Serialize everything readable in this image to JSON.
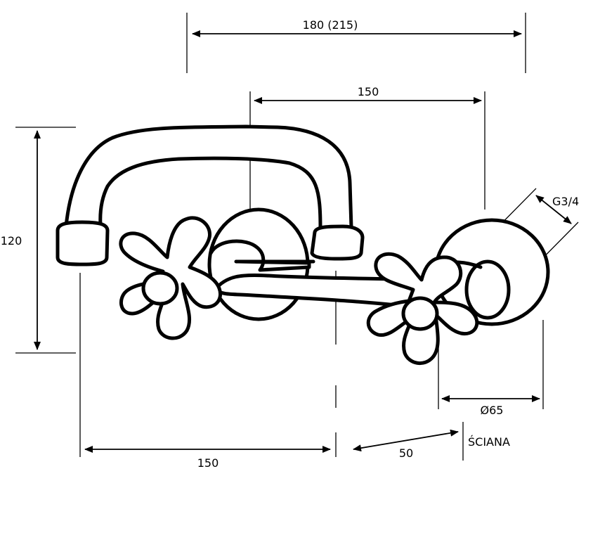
{
  "dimensions": {
    "overall_width": "180 (215)",
    "spacing_top": "150",
    "height": "120",
    "thread": "G3/4",
    "rosette_diameter": "Ø65",
    "spout_reach": "150",
    "wall_offset": "50",
    "wall_label": "ŚCIANA"
  },
  "colors": {
    "line": "#000000",
    "background": "#ffffff"
  }
}
